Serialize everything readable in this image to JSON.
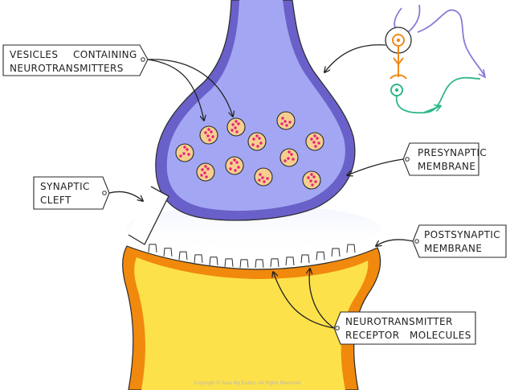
{
  "labels": {
    "vesicles": [
      "VESICLES",
      "CONTAINING",
      "NEUROTRANSMITTERS"
    ],
    "presynaptic": [
      "PRESYNAPTIC",
      "MEMBRANE"
    ],
    "cleft": [
      "SYNAPTIC",
      "CLEFT"
    ],
    "postsynaptic": [
      "POSTSYNAPTIC",
      "MEMBRANE"
    ],
    "receptors": [
      "NEUROTRANSMITTER",
      "RECEPTOR",
      "MOLECULES"
    ]
  },
  "copyright": "Copyright © Save My Exams. All Rights Reserved",
  "colors": {
    "presynaptic_fill": "#a3a7f3",
    "presynaptic_edge": "#6a60c9",
    "postsynaptic_fill": "#fde14a",
    "postsynaptic_edge": "#f0890d",
    "vesicle_fill": "#f6cf8f",
    "neurotransmitter": "#e8207b",
    "neuron_purple": "#8a7ad6",
    "neuron_orange": "#f08a1c",
    "neuron_green": "#2db88a"
  },
  "icons": {
    "inset_neuron": "neuron-diagram-icon"
  }
}
